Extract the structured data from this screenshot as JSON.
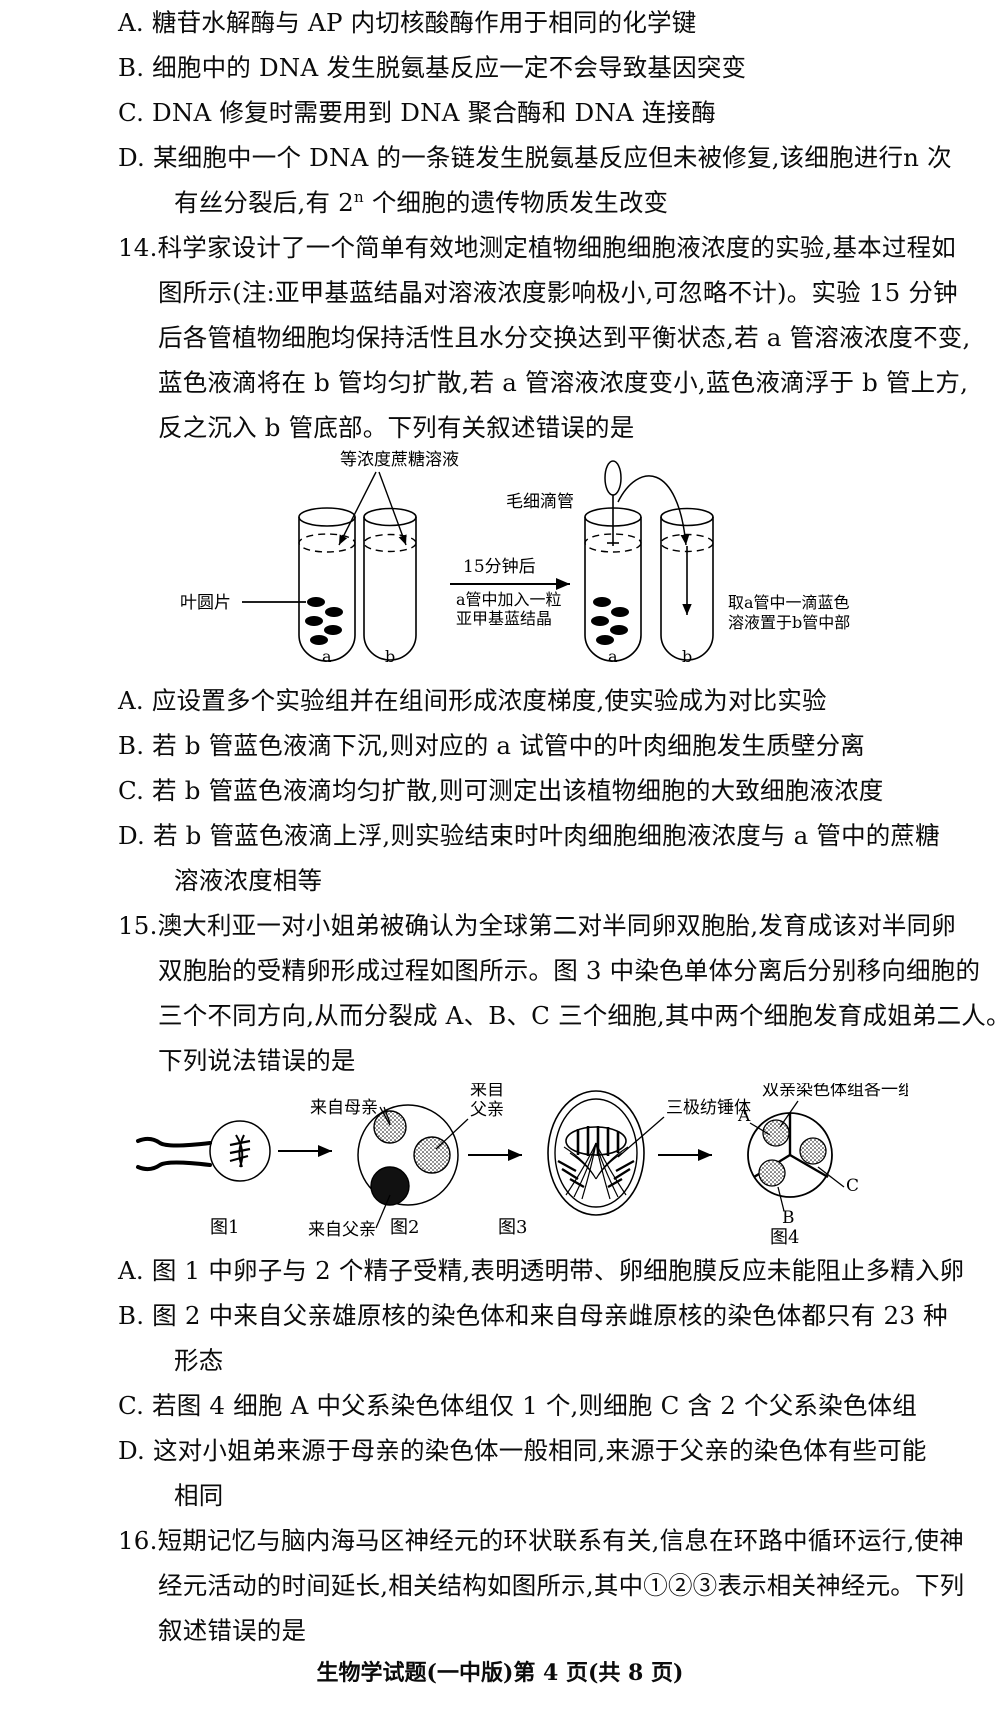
{
  "page": {
    "footer": "生物学试题(一中版)第 4 页(共 8 页)"
  },
  "question13_options": [
    "A. 糖苷水解酶与 AP 内切核酸酶作用于相同的化学键",
    "B. 细胞中的 DNA 发生脱氨基反应一定不会导致基因突变",
    "C. DNA 修复时需要用到 DNA 聚合酶和 DNA 连接酶"
  ],
  "question13_option_d": {
    "line1_a": "D. 某细胞中一个 DNA 的一条链发生脱氨基反应但未被修复,该细胞进行n 次",
    "line2_a": "有丝分裂后,有 2",
    "line2_sup": "n",
    "line2_b": " 个细胞的遗传物质发生改变"
  },
  "question14": {
    "number": "14.",
    "stem_lines": [
      "科学家设计了一个简单有效地测定植物细胞细胞液浓度的实验,基本过程如",
      "图所示(注:亚甲基蓝结晶对溶液浓度影响极小,可忽略不计)。实验 15 分钟",
      "后各管植物细胞均保持活性且水分交换达到平衡状态,若 a 管溶液浓度不变,",
      "蓝色液滴将在 b 管均匀扩散,若 a 管溶液浓度变小,蓝色液滴浮于 b 管上方,",
      "反之沉入 b 管底部。下列有关叙述错误的是"
    ],
    "figure": {
      "label_sucrose": "等浓度蔗糖溶液",
      "label_pipette": "毛细滴管",
      "label_leafdisc": "叶圆片",
      "arrow_top": "15分钟后",
      "arrow_bottom_line1": "a管中加入一粒",
      "arrow_bottom_line2": "亚甲基蓝结晶",
      "right_note_line1": "取a管中一滴蓝色",
      "right_note_line2": "溶液置于b管中部",
      "tube_labels_left": [
        "a",
        "b"
      ],
      "tube_labels_right": [
        "a",
        "b"
      ]
    },
    "options": [
      "A. 应设置多个实验组并在组间形成浓度梯度,使实验成为对比实验",
      "B. 若 b 管蓝色液滴下沉,则对应的 a 试管中的叶肉细胞发生质壁分离",
      "C. 若 b 管蓝色液滴均匀扩散,则可测定出该植物细胞的大致细胞液浓度",
      "D. 若 b 管蓝色液滴上浮,则实验结束时叶肉细胞细胞液浓度与 a 管中的蔗糖"
    ],
    "option_d_cont": "溶液浓度相等"
  },
  "question15": {
    "number": "15.",
    "stem_lines": [
      "澳大利亚一对小姐弟被确认为全球第二对半同卵双胞胎,发育成该对半同卵",
      "双胞胎的受精卵形成过程如图所示。图 3 中染色单体分离后分别移向细胞的",
      "三个不同方向,从而分裂成 A、B、C 三个细胞,其中两个细胞发育成姐弟二人。",
      "下列说法错误的是"
    ],
    "figure": {
      "label_from_mother": "来自母亲",
      "label_from_father_top_line1": "来自",
      "label_from_father_top_line2": "父亲",
      "label_from_father_bottom": "来自父亲",
      "label_tripolar_spindle": "三极纺锤体",
      "label_both_parents": "双亲染色体组各一组",
      "cell_labels": [
        "A",
        "B",
        "C"
      ],
      "captions": [
        "图1",
        "图2",
        "图3",
        "图4"
      ]
    },
    "options": [
      "A. 图 1 中卵子与 2 个精子受精,表明透明带、卵细胞膜反应未能阻止多精入卵",
      "B. 图 2 中来自父亲雄原核的染色体和来自母亲雌原核的染色体都只有 23 种",
      "C. 若图 4 细胞 A 中父系染色体组仅 1 个,则细胞 C 含 2 个父系染色体组",
      "D. 这对小姐弟来源于母亲的染色体一般相同,来源于父亲的染色体有些可能"
    ],
    "option_b_cont": "形态",
    "option_d_cont": "相同"
  },
  "question16": {
    "number": "16.",
    "stem_lines": [
      "短期记忆与脑内海马区神经元的环状联系有关,信息在环路中循环运行,使神",
      "经元活动的时间延长,相关结构如图所示,其中①②③表示相关神经元。下列",
      "叙述错误的是"
    ]
  }
}
